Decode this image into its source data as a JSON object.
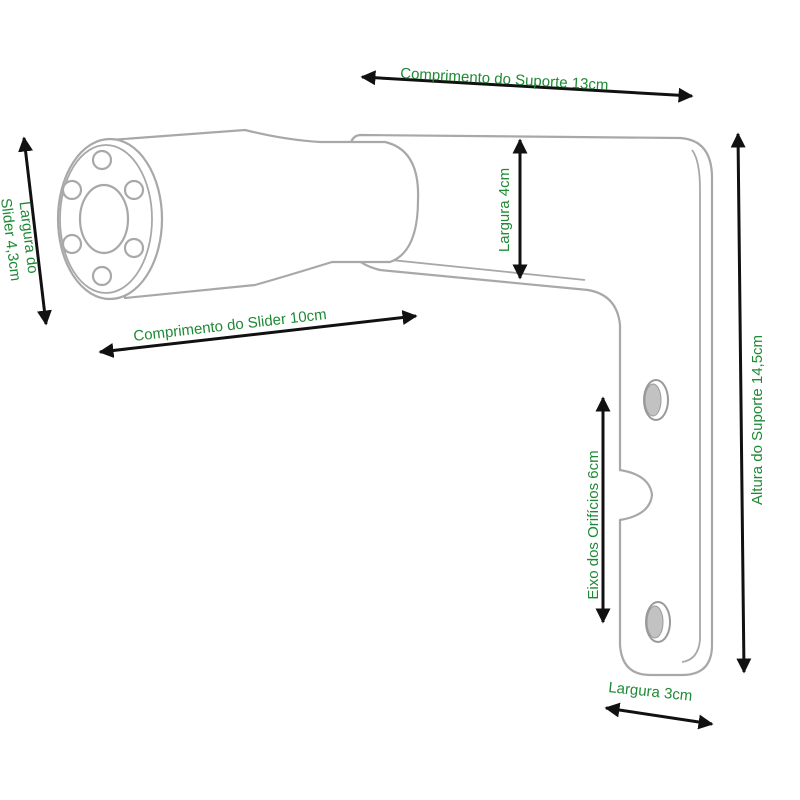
{
  "colors": {
    "label": "#1e8a35",
    "arrow": "#111111",
    "outline": "#a8a8a8",
    "hole_fill": "#c2c2c2"
  },
  "labels": {
    "bracket_length": "Comprimento do Suporte 13cm",
    "arm_width": "Largura 4cm",
    "slider_width_line1": "Largura do",
    "slider_width_line2": "Slider 4,3cm",
    "slider_length": "Comprimento do Slider 10cm",
    "holes_axis": "Eixo dos Orifícios 6cm",
    "bracket_height": "Altura do Suporte 14,5cm",
    "plate_width": "Largura 3cm"
  }
}
